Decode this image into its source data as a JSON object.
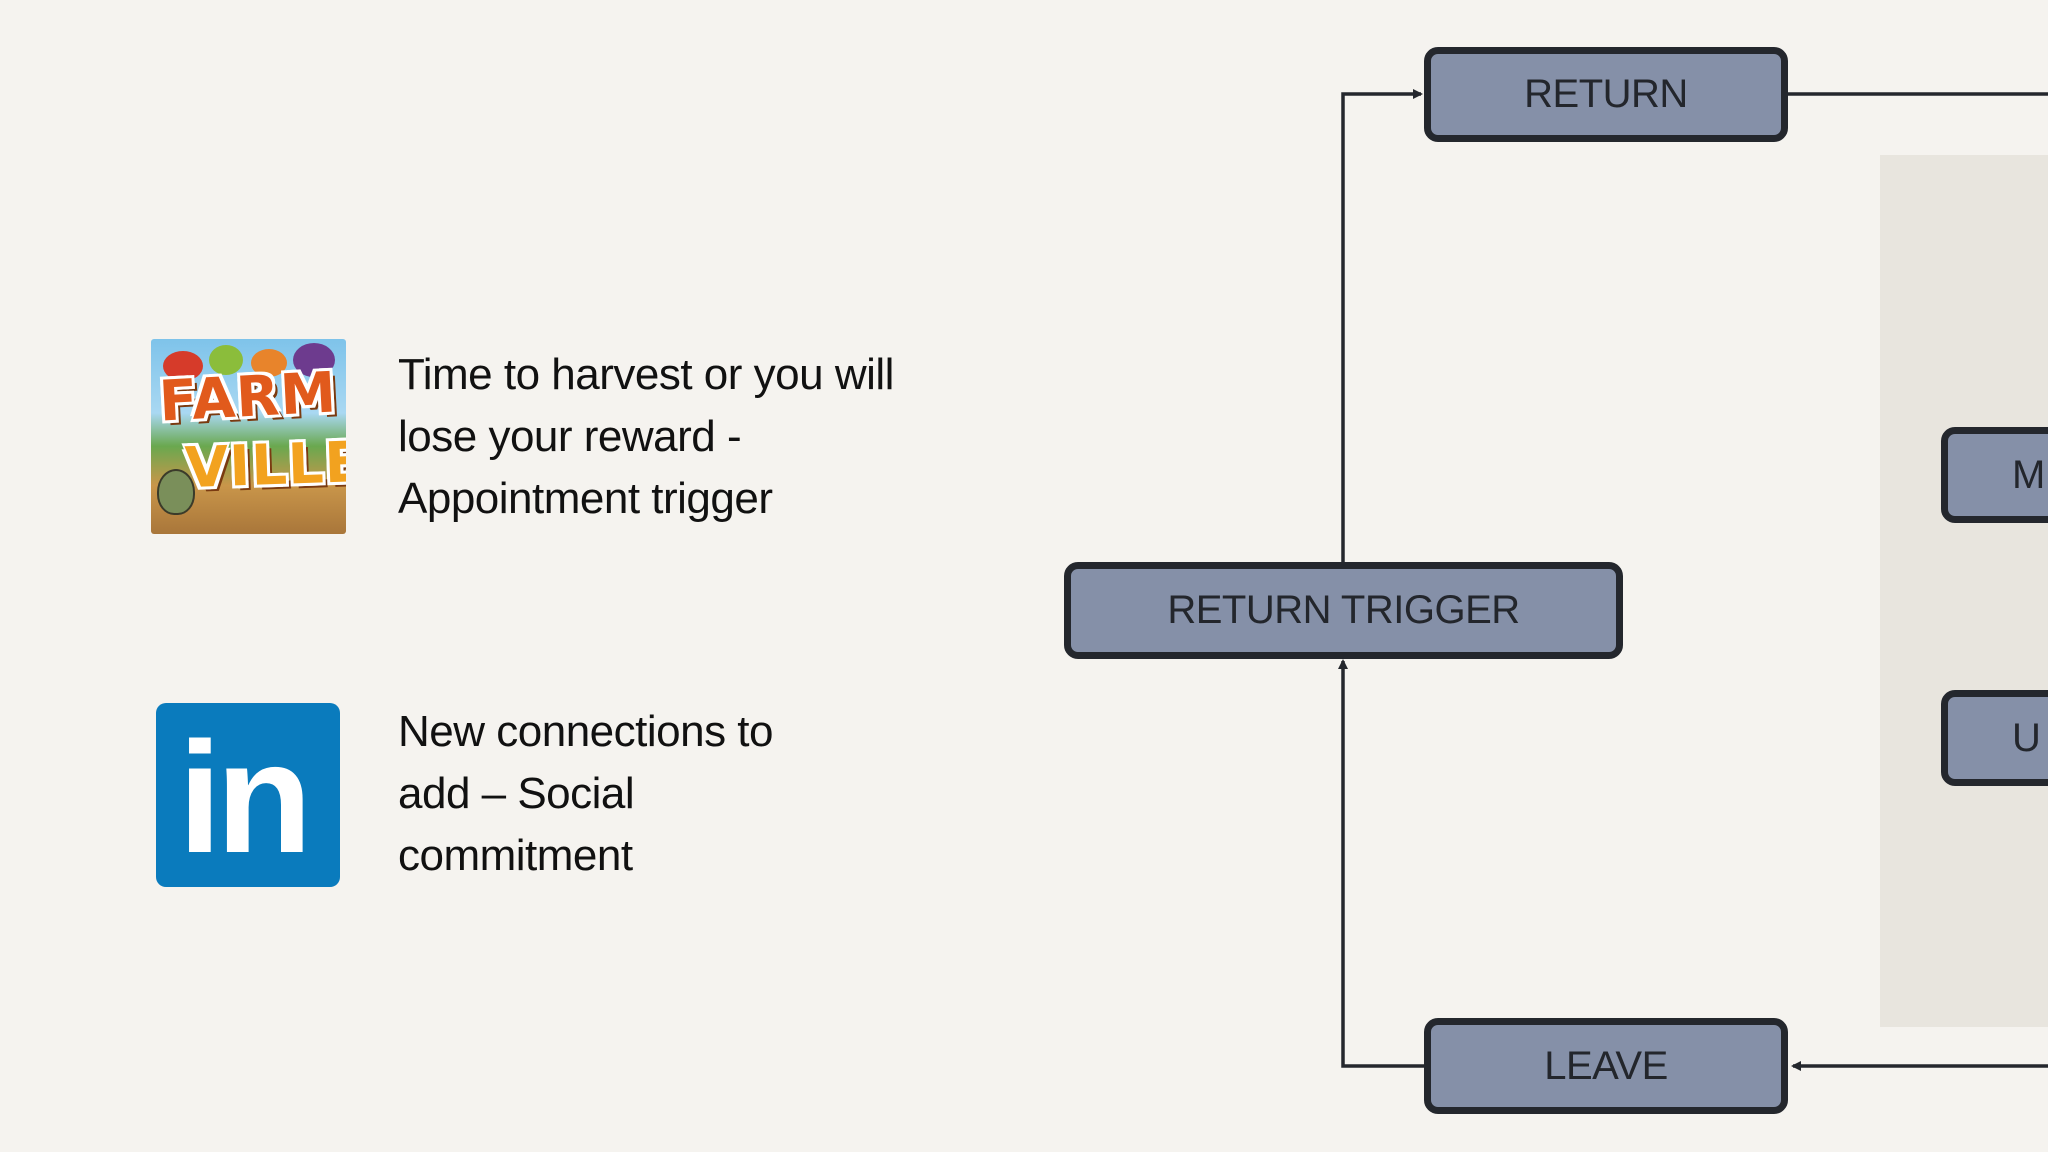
{
  "examples": [
    {
      "logo_icon": "farmville-logo",
      "logo_text": [
        "FARM",
        "VILLE"
      ],
      "lines": [
        "Time to harvest or you will",
        "lose your reward -",
        "Appointment trigger"
      ]
    },
    {
      "logo_icon": "linkedin-logo",
      "logo_text": "in",
      "lines": [
        "New connections to",
        "add – Social",
        "commitment"
      ]
    }
  ],
  "diagram": {
    "nodes": {
      "return": "RETURN",
      "return_trigger": "RETURN TRIGGER",
      "leave": "LEAVE",
      "partial_upper": "M",
      "partial_lower": "U"
    }
  },
  "colors": {
    "background": "#f5f3ef",
    "panel": "#e8e5de",
    "node_fill": "#8590a8",
    "node_border": "#24272d",
    "connector": "#24272d",
    "linkedin_blue": "#0a7bbd"
  }
}
